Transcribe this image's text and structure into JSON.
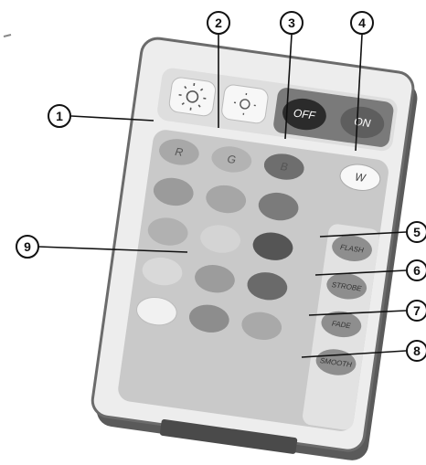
{
  "callouts": {
    "c1": "1",
    "c2": "2",
    "c3": "3",
    "c4": "4",
    "c5": "5",
    "c6": "6",
    "c7": "7",
    "c8": "8",
    "c9": "9"
  },
  "buttons": {
    "off": "OFF",
    "on": "ON",
    "r": "R",
    "g": "G",
    "b": "B",
    "w": "W",
    "flash": "FLASH",
    "strobe": "STROBE",
    "fade": "FADE",
    "smooth": "SMOOTH"
  }
}
